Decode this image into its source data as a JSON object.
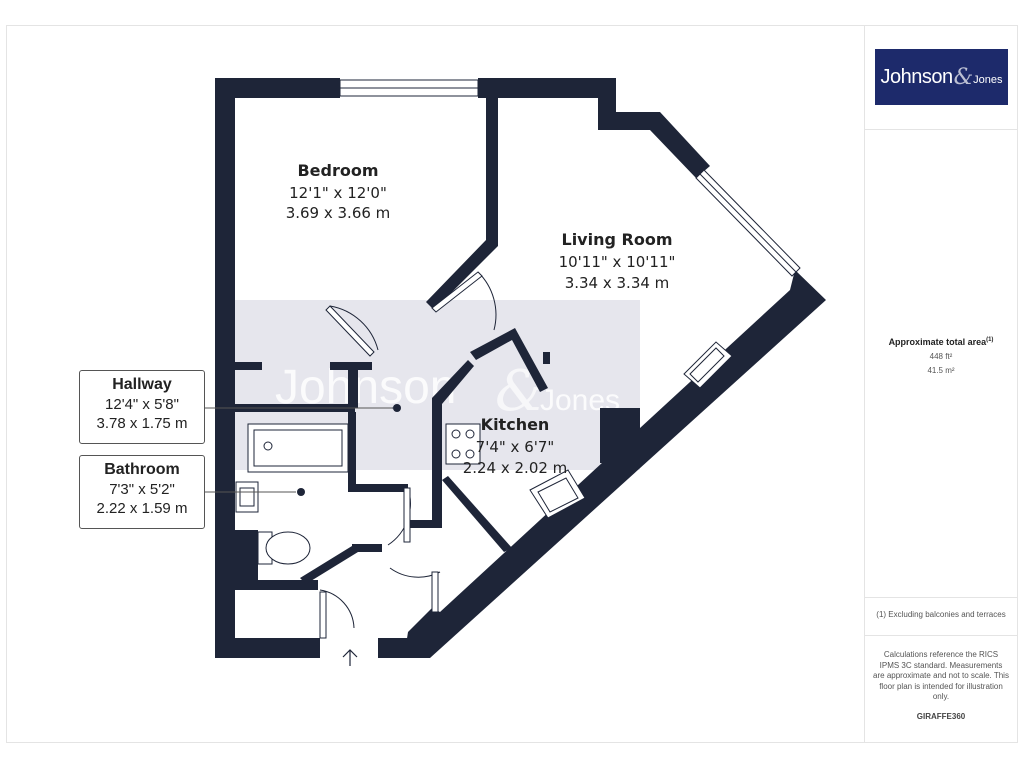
{
  "brand": {
    "name_left": "Johnson",
    "ampersand": "&",
    "name_right": "Jones"
  },
  "rooms": {
    "bedroom": {
      "name": "Bedroom",
      "imperial": "12'1\" x 12'0\"",
      "metric": "3.69 x 3.66 m"
    },
    "living_room": {
      "name": "Living Room",
      "imperial": "10'11\" x 10'11\"",
      "metric": "3.34 x 3.34 m"
    },
    "kitchen": {
      "name": "Kitchen",
      "imperial": "7'4\" x 6'7\"",
      "metric": "2.24 x 2.02 m"
    },
    "hallway": {
      "name": "Hallway",
      "imperial": "12'4\" x 5'8\"",
      "metric": "3.78 x 1.75 m"
    },
    "bathroom": {
      "name": "Bathroom",
      "imperial": "7'3\" x 5'2\"",
      "metric": "2.22 x 1.59 m"
    }
  },
  "panel": {
    "area_title": "Approximate total area",
    "area_superscript": "(1)",
    "area_imperial": "448 ft²",
    "area_metric": "41.5 m²",
    "footnote": "(1) Excluding balconies and terraces",
    "disclaimer": "Calculations reference the RICS IPMS 3C standard. Measurements are approximate and not to scale. This floor plan is intended for illustration only.",
    "provider": "GIRAFFE360"
  },
  "colors": {
    "wall": "#1e2538",
    "brand_bg": "#1d2a6b",
    "watermark": "#c8c8d8"
  },
  "icons": [
    "entrance-arrow-icon",
    "hob-icon",
    "sink-icon",
    "bath-icon",
    "toilet-icon",
    "basin-icon"
  ]
}
